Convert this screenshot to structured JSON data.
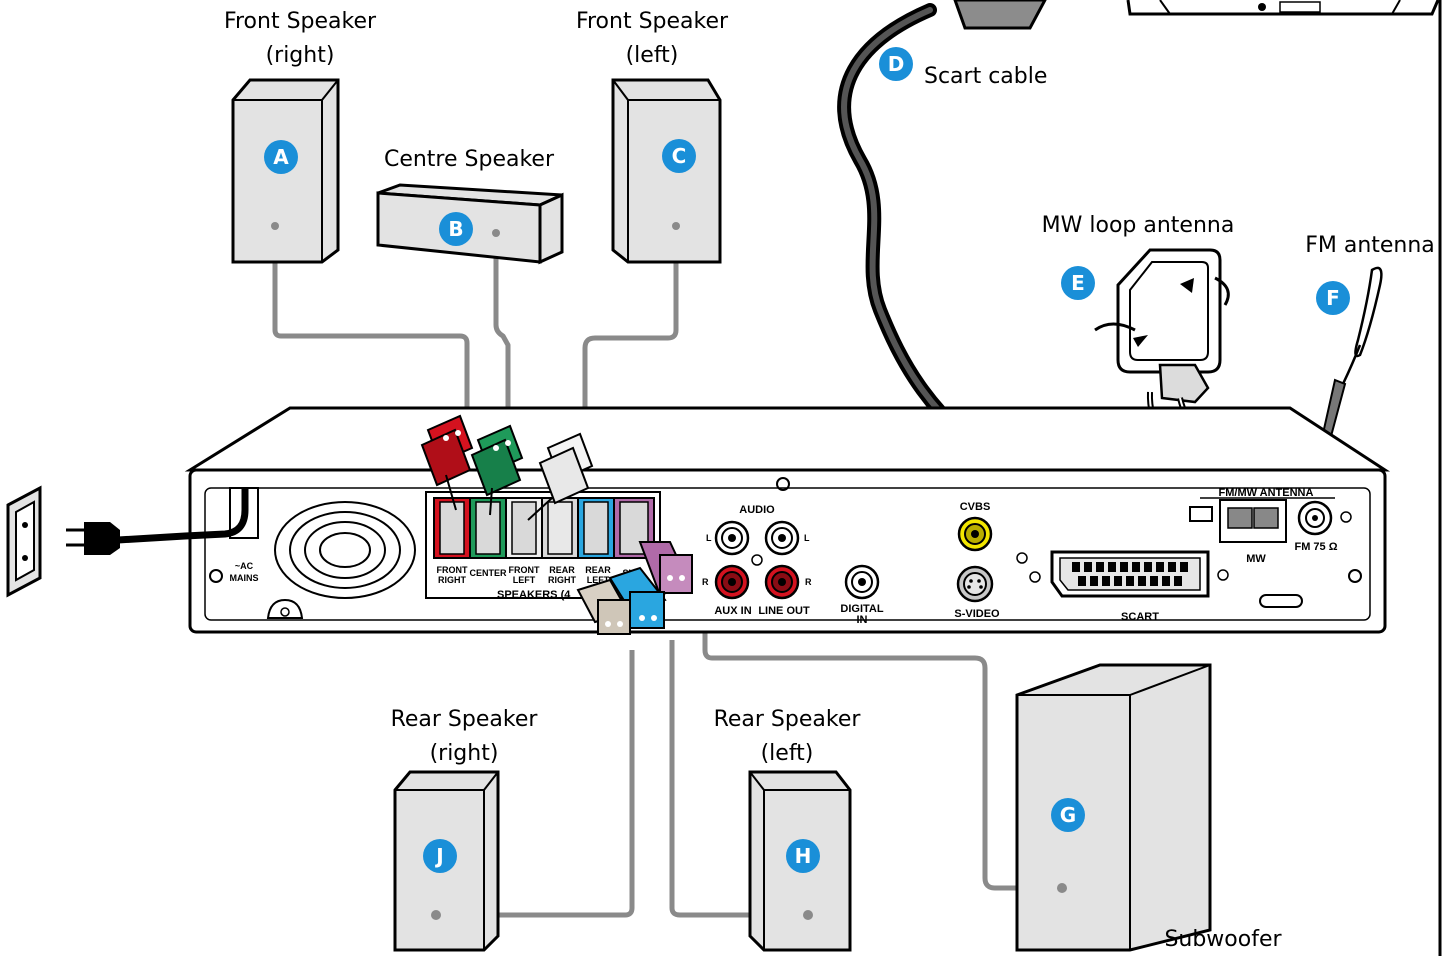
{
  "labels": {
    "front_right_1": "Front Speaker",
    "front_right_2": "(right)",
    "front_left_1": "Front Speaker",
    "front_left_2": "(left)",
    "centre": "Centre Speaker",
    "scart_cable": "Scart cable",
    "mw_antenna": "MW loop antenna",
    "fm_antenna": "FM antenna",
    "rear_right_1": "Rear Speaker",
    "rear_right_2": "(right)",
    "rear_left_1": "Rear Speaker",
    "rear_left_2": "(left)",
    "subwoofer": "Subwoofer"
  },
  "badges": {
    "a": "A",
    "b": "B",
    "c": "C",
    "d": "D",
    "e": "E",
    "f": "F",
    "g": "G",
    "h": "H",
    "j": "J"
  },
  "panel": {
    "ac_1": "~AC",
    "ac_2": "MAINS",
    "front_right_1": "FRONT",
    "front_right_2": "RIGHT",
    "center": "CENTER",
    "front_left_1": "FRONT",
    "front_left_2": "LEFT",
    "rear_right_1": "REAR",
    "rear_right_2": "RIGHT",
    "rear_left_1": "REAR",
    "rear_left_2": "LEFT",
    "sub": "SUB",
    "speakers": "SPEAKERS (4",
    "audio": "AUDIO",
    "l1": "L",
    "l2": "L",
    "r1": "R",
    "r2": "R",
    "aux_in": "AUX IN",
    "line_out": "LINE OUT",
    "digital_1": "DIGITAL",
    "digital_2": "IN",
    "cvbs": "CVBS",
    "svideo": "S-VIDEO",
    "scart": "SCART",
    "fm_mw_antenna": "FM/MW ANTENNA",
    "mw": "MW",
    "fm75": "FM 75 Ω"
  },
  "colors": {
    "badge": "#1a8fd8",
    "speaker": "#e3e3e3",
    "wire": "#8a8a8a",
    "red": "#d4121f",
    "green": "#1f9a5a",
    "blue": "#2aa6e0",
    "purple": "#b06aa8",
    "yellow": "#f2e600"
  }
}
